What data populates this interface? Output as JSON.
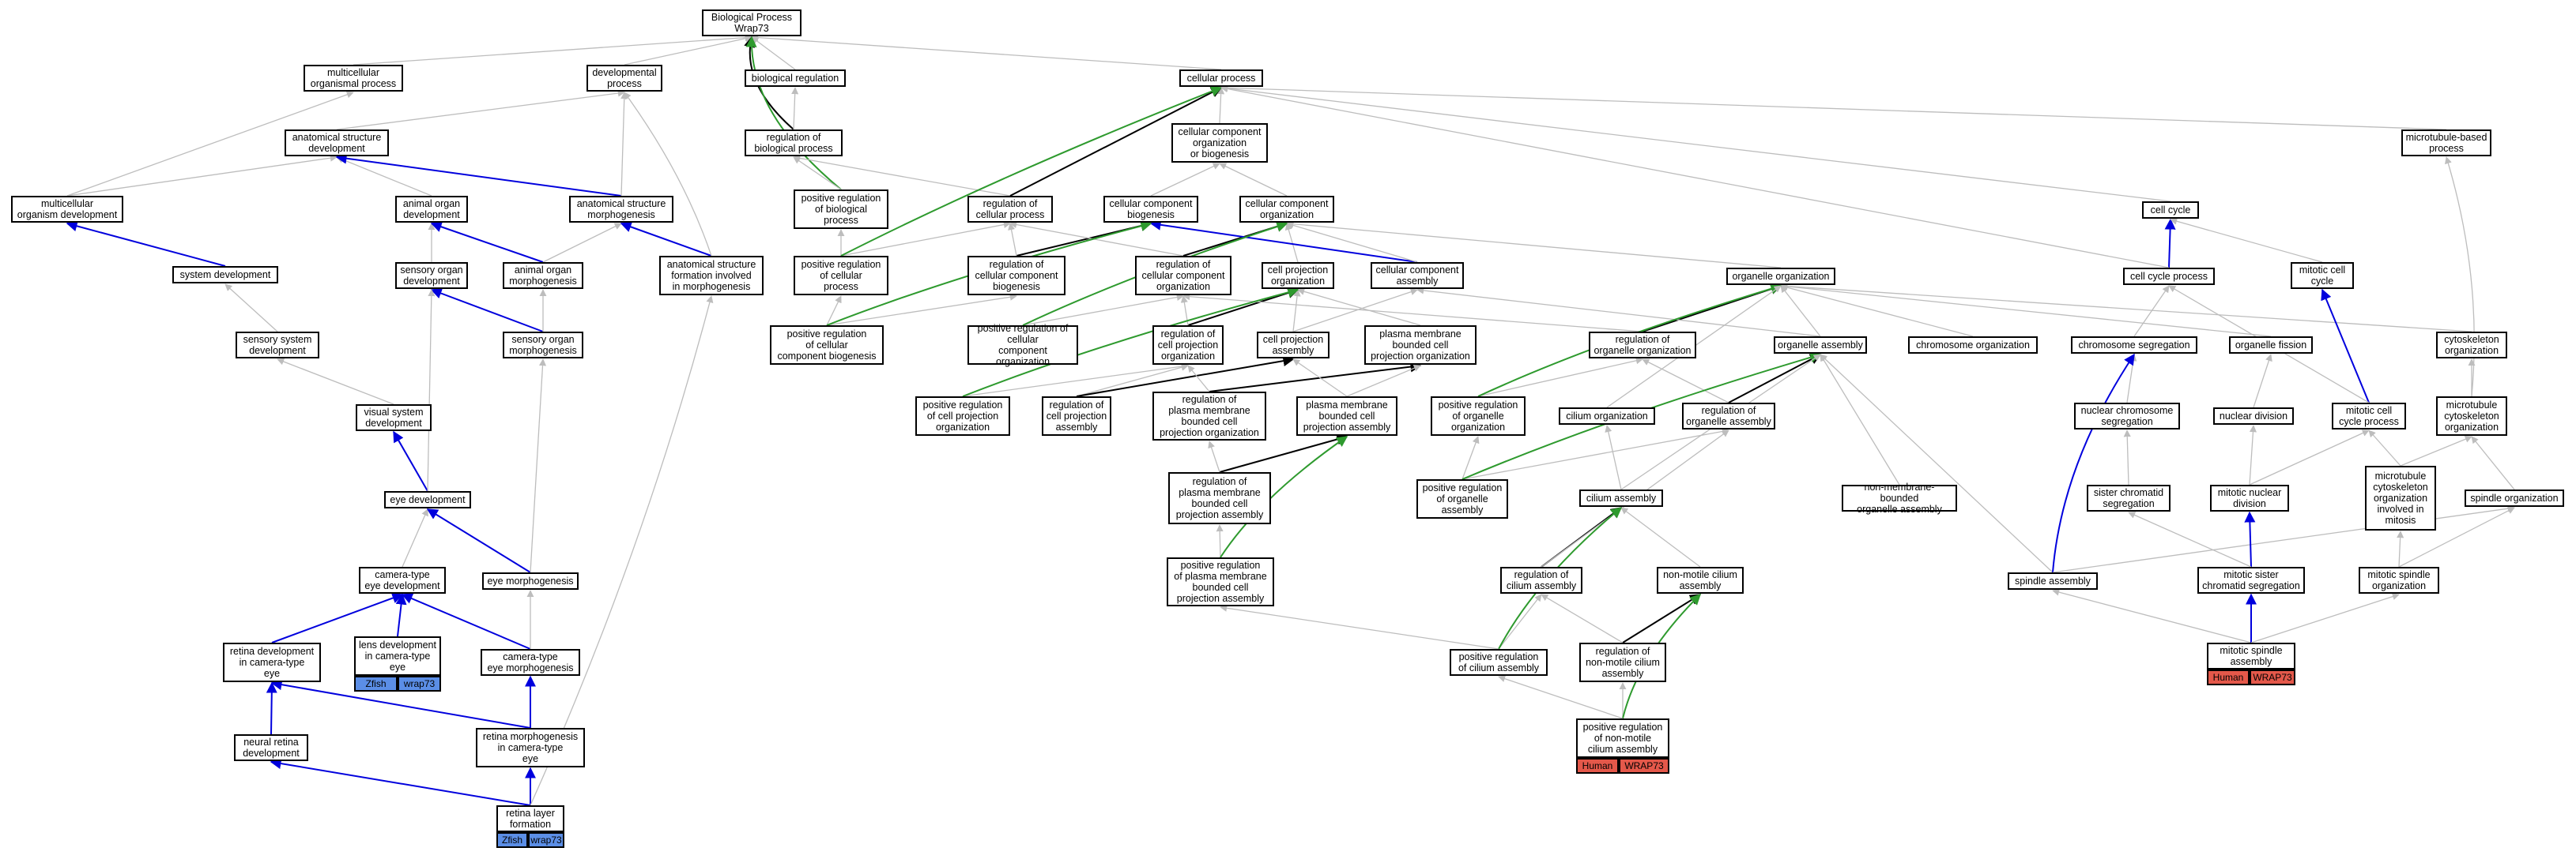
{
  "colors": {
    "gray_edge": "#bdbdbd",
    "black_edge": "#000000",
    "blue_edge": "#0000dd",
    "green_edge": "#2e9a2e",
    "zfish": "#5b8ee6",
    "human": "#e4584a"
  },
  "nodes": {
    "root": "Biological Process\nWrap73",
    "multicellular_organismal_process": "multicellular\norganismal process",
    "developmental_process": "developmental\nprocess",
    "biological_regulation": "biological regulation",
    "cellular_process": "cellular process",
    "anatomical_structure_development": "anatomical structure\ndevelopment",
    "regulation_of_biological_process": "regulation of\nbiological process",
    "cellular_component_org_or_biogenesis": "cellular component\norganization\nor biogenesis",
    "microtubule_based_process": "microtubule-based\nprocess",
    "multicellular_organism_development": "multicellular\norganism development",
    "animal_organ_development": "animal organ\ndevelopment",
    "anatomical_structure_morphogenesis": "anatomical structure\nmorphogenesis",
    "positive_regulation_of_biological_process": "positive regulation\nof biological\nprocess",
    "regulation_of_cellular_process": "regulation of\ncellular process",
    "cellular_component_biogenesis": "cellular component\nbiogenesis",
    "cellular_component_organization": "cellular component\norganization",
    "cell_cycle": "cell cycle",
    "system_development": "system development",
    "sensory_organ_development": "sensory organ\ndevelopment",
    "animal_organ_morphogenesis": "animal organ\nmorphogenesis",
    "anatomical_structure_formation": "anatomical structure\nformation involved\nin morphogenesis",
    "positive_regulation_of_cellular_process": "positive regulation\nof cellular\nprocess",
    "regulation_of_cellular_component_biogenesis": "regulation of\ncellular component\nbiogenesis",
    "regulation_of_cellular_component_organization": "regulation of\ncellular component\norganization",
    "cell_projection_organization": "cell projection\norganization",
    "cellular_component_assembly": "cellular component\nassembly",
    "organelle_organization": "organelle organization",
    "cell_cycle_process": "cell cycle process",
    "mitotic_cell_cycle": "mitotic cell\ncycle",
    "sensory_system_development": "sensory system\ndevelopment",
    "sensory_organ_morphogenesis": "sensory organ\nmorphogenesis",
    "positive_regulation_of_cellular_component_biogenesis": "positive regulation\nof cellular\ncomponent biogenesis",
    "positive_regulation_of_cellular_component_organization": "positive regulation of\ncellular\ncomponent organization",
    "regulation_of_cell_projection_organization": "regulation of\ncell projection\norganization",
    "cell_projection_assembly": "cell projection\nassembly",
    "plasma_membrane_bounded_cell_projection_organization": "plasma membrane\nbounded cell\nprojection organization",
    "regulation_of_organelle_organization": "regulation of\norganelle organization",
    "organelle_assembly": "organelle assembly",
    "chromosome_organization": "chromosome organization",
    "chromosome_segregation": "chromosome segregation",
    "organelle_fission": "organelle fission",
    "cytoskeleton_organization": "cytoskeleton\norganization",
    "visual_system_development": "visual system\ndevelopment",
    "positive_regulation_of_cell_projection_organization": "positive regulation\nof cell projection\norganization",
    "regulation_of_cell_projection_assembly": "regulation of\ncell projection\nassembly",
    "regulation_of_pm_bounded_cell_projection_organization": "regulation of\nplasma membrane\nbounded cell\nprojection organization",
    "pm_bounded_cell_projection_assembly": "plasma membrane\nbounded cell\nprojection assembly",
    "positive_regulation_of_organelle_organization": "positive regulation\nof organelle\norganization",
    "cilium_organization": "cilium organization",
    "regulation_of_organelle_assembly": "regulation of\norganelle assembly",
    "nuclear_chromosome_segregation": "nuclear chromosome\nsegregation",
    "nuclear_division": "nuclear division",
    "mitotic_cell_cycle_process": "mitotic cell\ncycle process",
    "microtubule_cytoskeleton_organization": "microtubule\ncytoskeleton\norganization",
    "eye_development": "eye development",
    "regulation_of_pm_bounded_cell_projection_assembly": "regulation of\nplasma membrane\nbounded cell\nprojection assembly",
    "positive_regulation_of_organelle_assembly": "positive regulation\nof organelle\nassembly",
    "cilium_assembly": "cilium assembly",
    "non_membrane_bounded_organelle_assembly": "non-membrane-bounded\norganelle assembly",
    "sister_chromatid_segregation": "sister chromatid\nsegregation",
    "mitotic_nuclear_division": "mitotic nuclear\ndivision",
    "microtubule_cytoskeleton_organization_mitosis": "microtubule\ncytoskeleton\norganization\ninvolved in\nmitosis",
    "spindle_organization": "spindle organization",
    "camera_type_eye_development": "camera-type\neye development",
    "eye_morphogenesis": "eye morphogenesis",
    "positive_regulation_of_pm_bounded_cell_projection_assembly": "positive regulation\nof plasma membrane\nbounded cell\nprojection assembly",
    "regulation_of_cilium_assembly": "regulation of\ncilium assembly",
    "non_motile_cilium_assembly": "non-motile cilium\nassembly",
    "spindle_assembly": "spindle assembly",
    "mitotic_sister_chromatid_segregation": "mitotic sister\nchromatid segregation",
    "mitotic_spindle_organization": "mitotic spindle\norganization",
    "retina_development": "retina development\nin camera-type\neye",
    "lens_development": "lens development\nin camera-type\neye",
    "camera_type_eye_morphogenesis": "camera-type\neye morphogenesis",
    "positive_regulation_of_cilium_assembly": "positive regulation\nof cilium assembly",
    "regulation_of_non_motile_cilium_assembly": "regulation of\nnon-motile cilium\nassembly",
    "mitotic_spindle_assembly": "mitotic spindle\nassembly",
    "neural_retina_development": "neural retina\ndevelopment",
    "retina_morphogenesis": "retina morphogenesis\nin camera-type\neye",
    "positive_regulation_of_non_motile_cilium_assembly": "positive regulation\nof non-motile\ncilium assembly",
    "retina_layer_formation": "retina layer\nformation"
  },
  "badges": {
    "lens_zfish": [
      "Zfish",
      "wrap73"
    ],
    "retina_layer_zfish": [
      "Zfish",
      "wrap73"
    ],
    "non_motile_human": [
      "Human",
      "WRAP73"
    ],
    "mitotic_spindle_human": [
      "Human",
      "WRAP73"
    ]
  }
}
